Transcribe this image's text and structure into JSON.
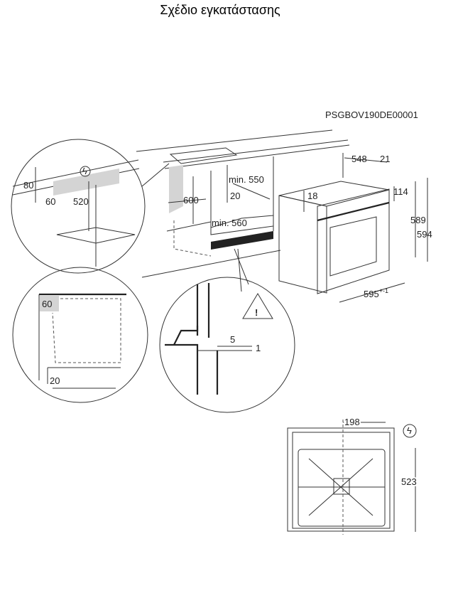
{
  "title": "Σχέδιο εγκατάστασης",
  "diagram": {
    "code": "PSGBOV190DE00001",
    "cabinet": {
      "min_depth": "min. 550",
      "gap": "20",
      "min_width": "min. 560",
      "height": "600"
    },
    "detail_top": {
      "a": "80",
      "b": "60",
      "c": "520"
    },
    "detail_side": {
      "a": "60",
      "b": "20"
    },
    "detail_warning": {
      "a": "5",
      "b": "1"
    },
    "oven": {
      "depth": "548",
      "door": "21",
      "top": "18",
      "panel": "114",
      "h1": "589",
      "h2": "594",
      "width": "595",
      "tolerance": "+-1"
    },
    "rear_view": {
      "width": "198",
      "height": "523"
    }
  }
}
